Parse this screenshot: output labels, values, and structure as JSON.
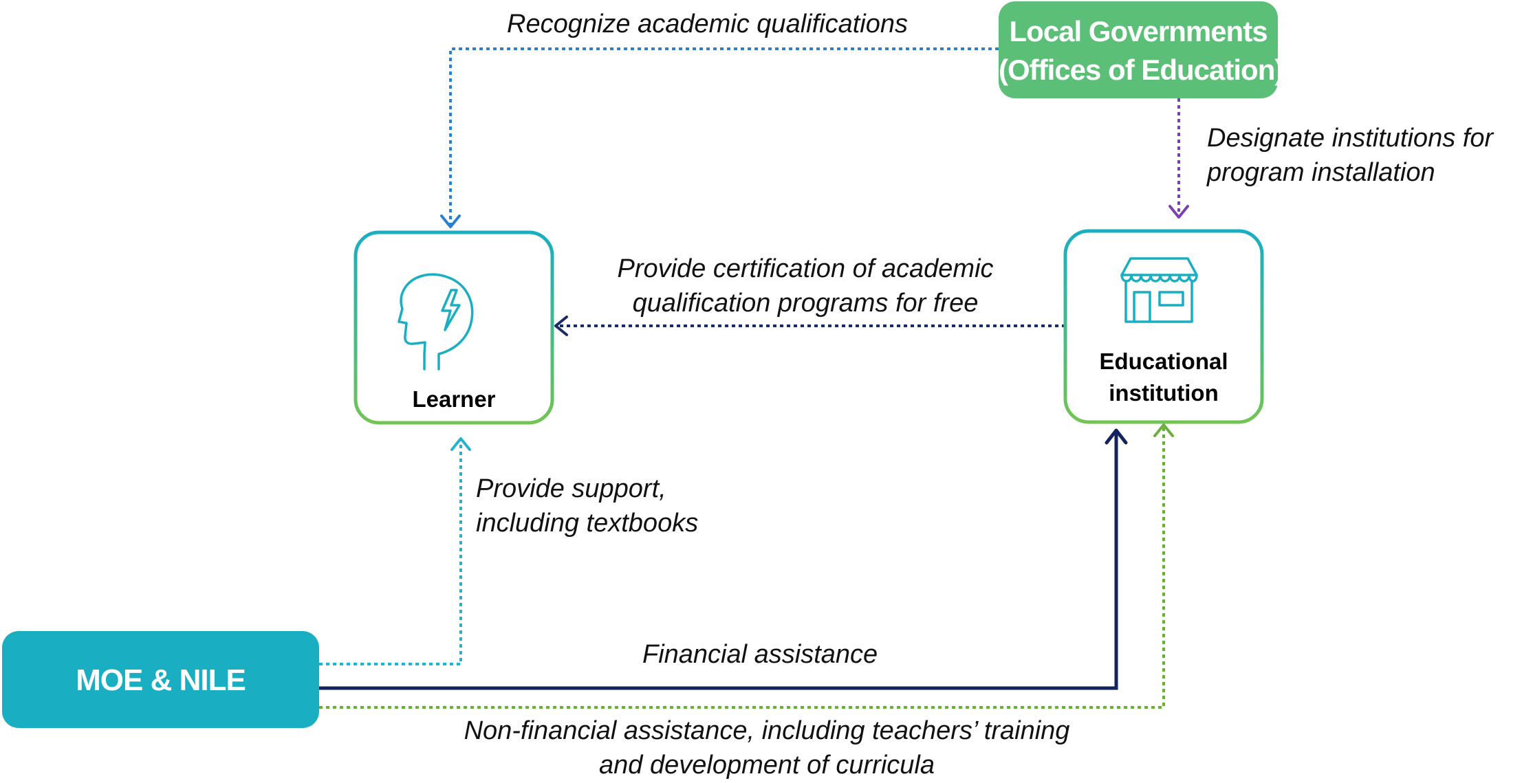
{
  "nodes": {
    "local_gov": {
      "line1": "Local  Governments",
      "line2": "(Offices of  Education)"
    },
    "moe": {
      "label": "MOE & NILE"
    },
    "learner": {
      "label": "Learner"
    },
    "institution": {
      "line1": "Educational",
      "line2": "institution"
    }
  },
  "edges": {
    "recognize": {
      "text": "Recognize academic qualifications"
    },
    "designate": {
      "line1": "Designate institutions for",
      "line2": "program installation"
    },
    "certification": {
      "line1": "Provide certification of academic",
      "line2": "qualification programs for free"
    },
    "support": {
      "line1": "Provide support,",
      "line2": "including textbooks"
    },
    "financial": {
      "text": "Financial assistance"
    },
    "non_financial": {
      "line1": "Non-financial assistance, including teachers’ training",
      "line2": "and development of curricula"
    }
  },
  "icons": {
    "learner": "head-lightning-icon",
    "institution": "storefront-icon"
  },
  "colors": {
    "local_gov_fill": "#5bbf78",
    "moe_fill": "#19aec2",
    "box_gradient_top": "#19aec2",
    "box_gradient_bottom": "#72c454",
    "arrow_recognize": "#2b7fd0",
    "arrow_designate": "#7b3fb4",
    "arrow_certification": "#1a2a66",
    "arrow_support": "#24b3cf",
    "arrow_financial": "#13235e",
    "arrow_non_financial": "#6aae3c",
    "icon": "#19aec2"
  }
}
